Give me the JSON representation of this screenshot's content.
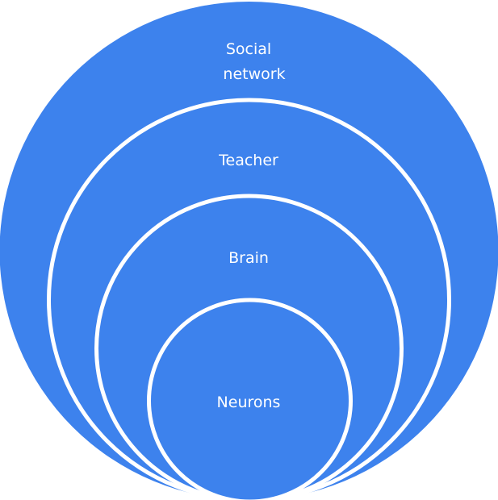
{
  "colors": {
    "fill": "#3d82ed",
    "stroke": "#ffffff"
  },
  "layers": [
    {
      "lines": [
        "Social",
        "network"
      ]
    },
    {
      "lines": [
        "Teacher"
      ]
    },
    {
      "lines": [
        "Brain"
      ]
    },
    {
      "lines": [
        "Neurons"
      ]
    }
  ]
}
